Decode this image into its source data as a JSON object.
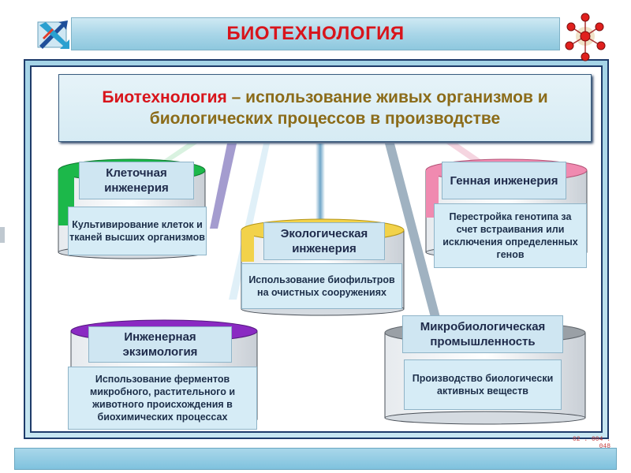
{
  "title": "БИОТЕХНОЛОГИЯ",
  "definition": {
    "term": "Биотехнология",
    "rest": " – использование живых организмов и биологических процессов в производстве"
  },
  "branches": [
    {
      "name": "Клеточная инженерия",
      "description": "Культивирование клеток и тканей высших организмов",
      "color": "#1cb84a"
    },
    {
      "name": "Генная инженерия",
      "description": "Перестройка генотипа за счет встраивания или исключения определенных генов",
      "color": "#f08ab0"
    },
    {
      "name": "Экологическая инженерия",
      "description": "Использование биофильтров на очистных сооружениях",
      "color": "#f2d24a"
    },
    {
      "name": "Инженерная экзимология",
      "description": "Использование ферментов микробного, растительного и животного происхождения в биохимических процессах",
      "color": "#8a2ac2"
    },
    {
      "name": "Микробиологическая промышленность",
      "description": "Производство биологически активных веществ",
      "color": "#9aa0a6"
    }
  ],
  "slide_code": "02 . 004 . 048",
  "icons": {
    "top_left": "crossed-arrows-icon",
    "top_right": "molecule-icon"
  },
  "colors": {
    "title_red": "#d8141b",
    "frame_blue": "#1e3b6a",
    "light_blue": "#a9d6e8",
    "label_blue": "#cfe6f2"
  }
}
